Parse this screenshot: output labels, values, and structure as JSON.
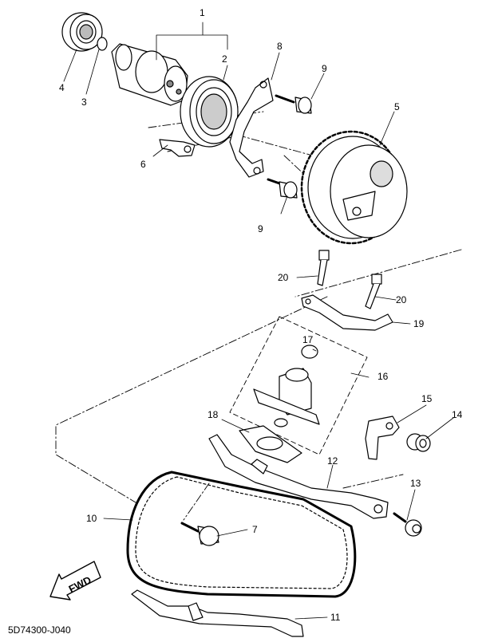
{
  "callouts": {
    "p1": "1",
    "p2": "2",
    "p3": "3",
    "p4": "4",
    "p5": "5",
    "p6": "6",
    "p7": "7",
    "p8": "8",
    "p9a": "9",
    "p9b": "9",
    "p10": "10",
    "p11": "11",
    "p12": "12",
    "p13": "13",
    "p14": "14",
    "p15": "15",
    "p16": "16",
    "p17": "17",
    "p18": "18",
    "p19": "19",
    "p20a": "20",
    "p20b": "20"
  },
  "direction_arrow": {
    "label": "FWD"
  },
  "drawing_code": "5D74300-J040"
}
